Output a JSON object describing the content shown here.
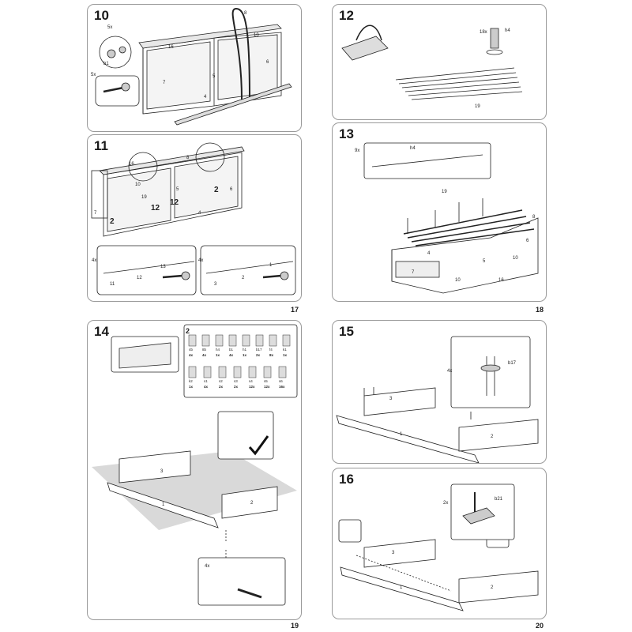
{
  "pages": [
    {
      "page_number": "17",
      "steps": [
        {
          "number": "10",
          "callouts": [
            "5x",
            "5x",
            "7",
            "4",
            "5",
            "6",
            "8",
            "16",
            "10"
          ],
          "part_code": "b1"
        },
        {
          "number": "11",
          "callouts": [
            "16",
            "10",
            "8",
            "19",
            "12",
            "12",
            "2",
            "2",
            "5",
            "6",
            "7",
            "4",
            "4x",
            "11",
            "12",
            "13",
            "4x",
            "3",
            "2",
            "1"
          ]
        }
      ]
    },
    {
      "page_number": "18",
      "steps": [
        {
          "number": "12",
          "callouts": [
            "18x",
            "19"
          ],
          "part_code": "h4"
        },
        {
          "number": "13",
          "callouts": [
            "9x",
            "19",
            "8",
            "4",
            "5",
            "6",
            "7",
            "10",
            "10",
            "16"
          ],
          "part_code": "h4"
        }
      ]
    },
    {
      "page_number": "19",
      "steps": [
        {
          "number": "14",
          "callouts": [
            "3",
            "2",
            "1",
            "4x"
          ],
          "parts_callout": "2",
          "parts": [
            {
              "code": "4b",
              "qty": "4x"
            },
            {
              "code": "8b",
              "qty": "4x"
            },
            {
              "code": "h4",
              "qty": "1x"
            },
            {
              "code": "b1",
              "qty": "4x"
            },
            {
              "code": "h1",
              "qty": "1x"
            },
            {
              "code": "b17",
              "qty": "2x"
            },
            {
              "code": "f4",
              "qty": "8x"
            },
            {
              "code": "k1",
              "qty": "1x"
            },
            {
              "code": "k2",
              "qty": "1x"
            },
            {
              "code": "s1",
              "qty": "4x"
            },
            {
              "code": "s2",
              "qty": "2x"
            },
            {
              "code": "s3",
              "qty": "2x"
            },
            {
              "code": "s4",
              "qty": "12x"
            },
            {
              "code": "s5",
              "qty": "12x"
            },
            {
              "code": "s6",
              "qty": "16x"
            }
          ]
        }
      ]
    },
    {
      "page_number": "20",
      "steps": [
        {
          "number": "15",
          "callouts": [
            "4x",
            "3",
            "2",
            "1"
          ],
          "part_code": "b17"
        },
        {
          "number": "16",
          "callouts": [
            "2x",
            "3",
            "2",
            "1"
          ],
          "part_code": "b21"
        }
      ]
    }
  ],
  "icons": {
    "approval": "checkmark-icon",
    "cam": "cam-lock-icon",
    "dowel": "dowel-icon",
    "screw": "screw-icon"
  }
}
